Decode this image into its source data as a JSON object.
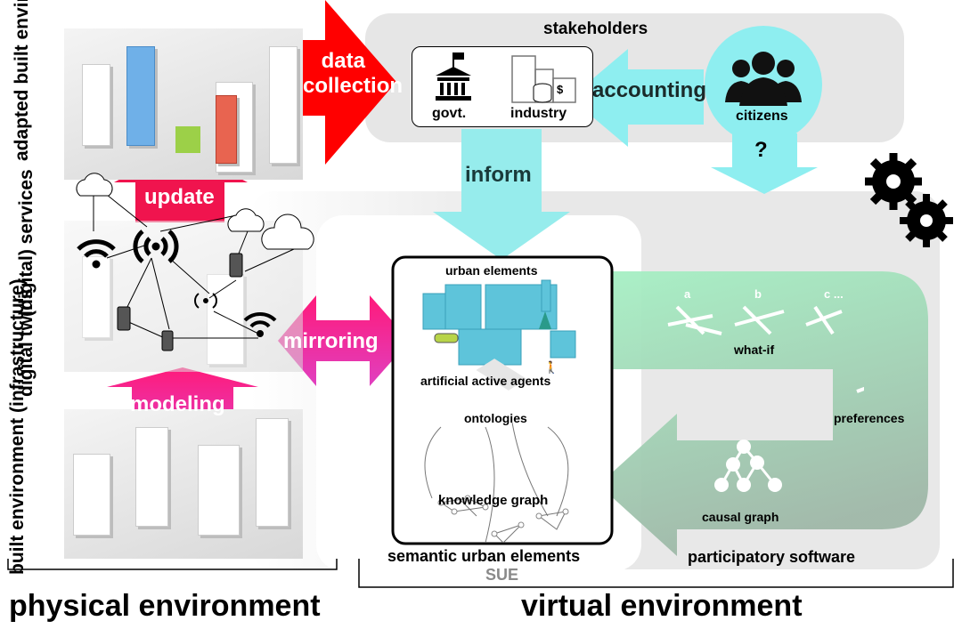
{
  "left_labels": {
    "adapted": "adapted built environment",
    "services": "(digital) services",
    "twins": "digital twins",
    "built": "built environment (infrastructure)"
  },
  "arrows": {
    "data_collection": "data collection",
    "update": "update",
    "accounting": "accounting",
    "inform": "inform",
    "mirroring": "mirroring",
    "modeling": "modeling"
  },
  "stakeholders": {
    "title": "stakeholders",
    "govt": "govt.",
    "industry": "industry",
    "citizens": "citizens",
    "question": "?"
  },
  "sue": {
    "urban_elements": "urban elements",
    "agents": "artificial active agents",
    "ontologies": "ontologies",
    "knowledge_graph": "knowledge graph",
    "title": "semantic urban elements",
    "abbr": "SUE"
  },
  "software": {
    "a": "a",
    "b": "b",
    "c": "c ...",
    "what_if": "what-if",
    "preferences": "preferences",
    "causal_graph": "causal graph",
    "title": "participatory software"
  },
  "footer": {
    "physical": "physical environment",
    "virtual": "virtual environment"
  },
  "colors": {
    "red": "#ff0000",
    "pink": "#f0145a",
    "cyan": "#8eeef0",
    "green": "#a3ecc0",
    "magenta": "#ee2a9c",
    "gray": "#e6e6e6"
  }
}
